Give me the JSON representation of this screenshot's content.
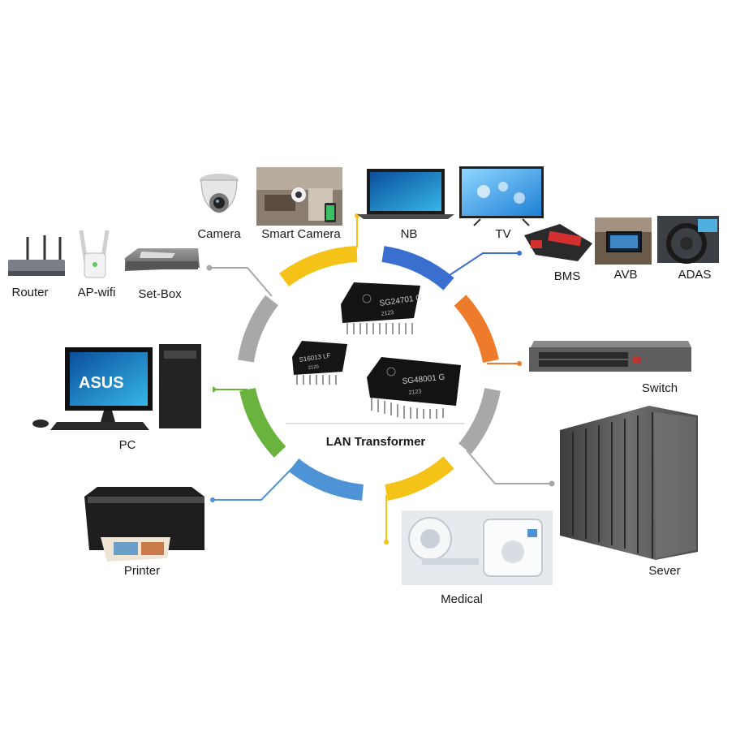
{
  "center": {
    "title": "LAN Transformer"
  },
  "chips": [
    {
      "marking": "SG24701 G",
      "code": "2123"
    },
    {
      "marking": "S16013 LF",
      "code": "2126"
    },
    {
      "marking": "SG48001 G",
      "code": "2123"
    }
  ],
  "devices": {
    "camera": "Camera",
    "smart_camera": "Smart Camera",
    "nb": "NB",
    "tv": "TV",
    "bms": "BMS",
    "avb": "AVB",
    "adas": "ADAS",
    "router": "Router",
    "ap_wifi": "AP-wifi",
    "set_box": "Set-Box",
    "switch": "Switch",
    "pc": "PC",
    "printer": "Printer",
    "medical": "Medical",
    "server": "Sever"
  },
  "pc_brand": "ASUS",
  "colors": {
    "ring_yellow": "#f5c218",
    "ring_blue": "#3a6fd0",
    "ring_orange": "#ee7a2c",
    "ring_gray": "#a8a8a8",
    "ring_green": "#6ab33e",
    "ring_lightblue": "#4d93d6"
  }
}
